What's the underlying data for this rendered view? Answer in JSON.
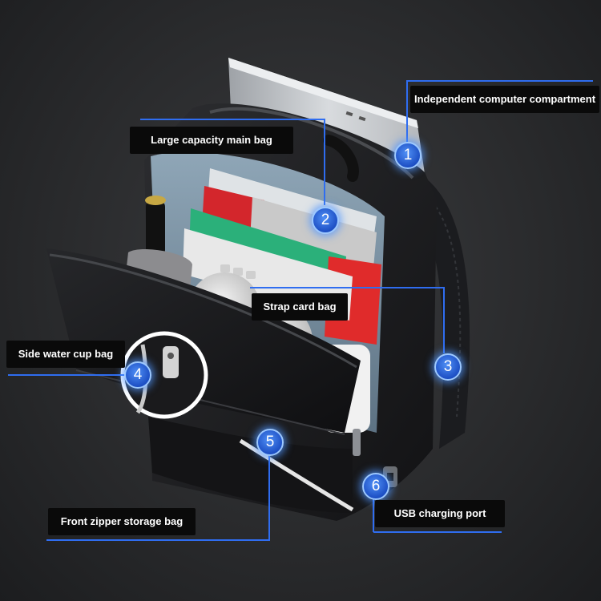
{
  "callouts": [
    {
      "number": "1",
      "label": "Independent computer compartment"
    },
    {
      "number": "2",
      "label": "Large capacity main bag"
    },
    {
      "number": "3",
      "label": "Strap card bag"
    },
    {
      "number": "4",
      "label": "Side water cup bag"
    },
    {
      "number": "5",
      "label": "Front zipper storage bag"
    },
    {
      "number": "6",
      "label": "USB charging port"
    }
  ],
  "colors": {
    "accent_line": "#2f6df0",
    "badge_fill": "#1d4fc4",
    "label_background": "#0a0a0a",
    "label_text": "#ffffff"
  }
}
